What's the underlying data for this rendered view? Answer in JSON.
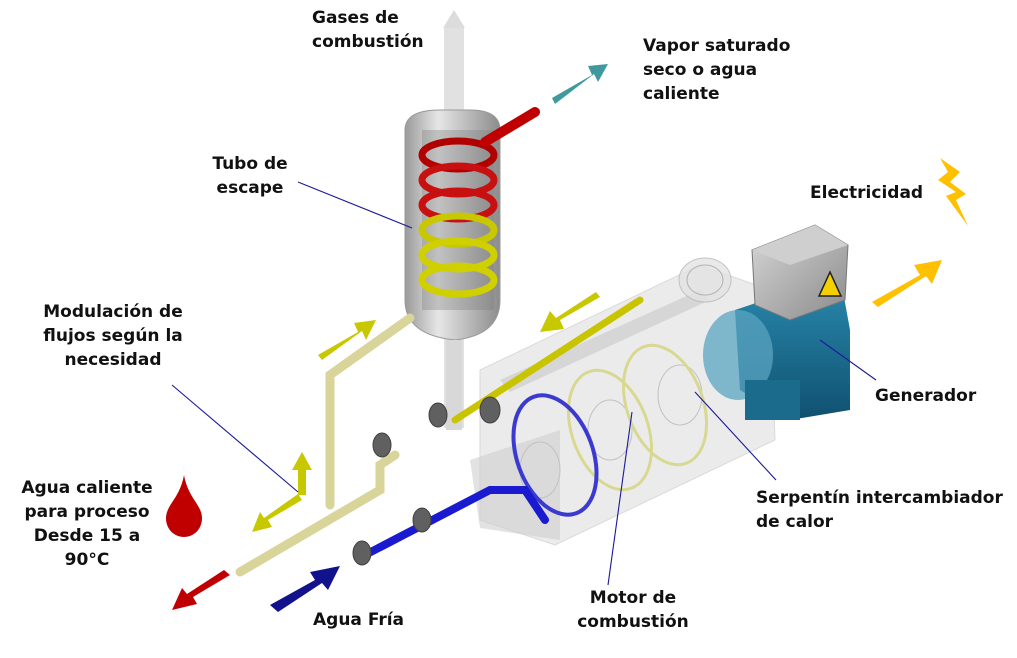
{
  "diagram": {
    "title": "",
    "labels": {
      "gases_combustion": "Gases de\ncombustión",
      "vapor_saturado": "Vapor saturado\nseco o agua\ncaliente",
      "tubo_escape": "Tubo de\nescape",
      "electricidad": "Electricidad",
      "modulacion": "Modulación de\nflujos según la\nnecesidad",
      "generador": "Generador",
      "agua_caliente": "Agua caliente\npara proceso\nDesde 15 a\n90°C",
      "serpentin": "Serpentín intercambiador\nde calor",
      "motor": "Motor de\ncombustión",
      "agua_fria": "Agua Fría"
    },
    "components": [
      "exhaust-heat-exchanger",
      "combustion-engine",
      "generator",
      "heat-exchanger-coil",
      "hot-water-pipe",
      "cold-water-pipe"
    ],
    "colors": {
      "hot_water": "#c00000",
      "cold_water": "#12128c",
      "steam": "#3f9aa0",
      "exhaust": "#d9d9d9",
      "modulated_flow": "#c8c800",
      "electricity": "#ffc000",
      "generator_body": "#1b6c8c",
      "leader_line": "#1a1a9a"
    }
  }
}
